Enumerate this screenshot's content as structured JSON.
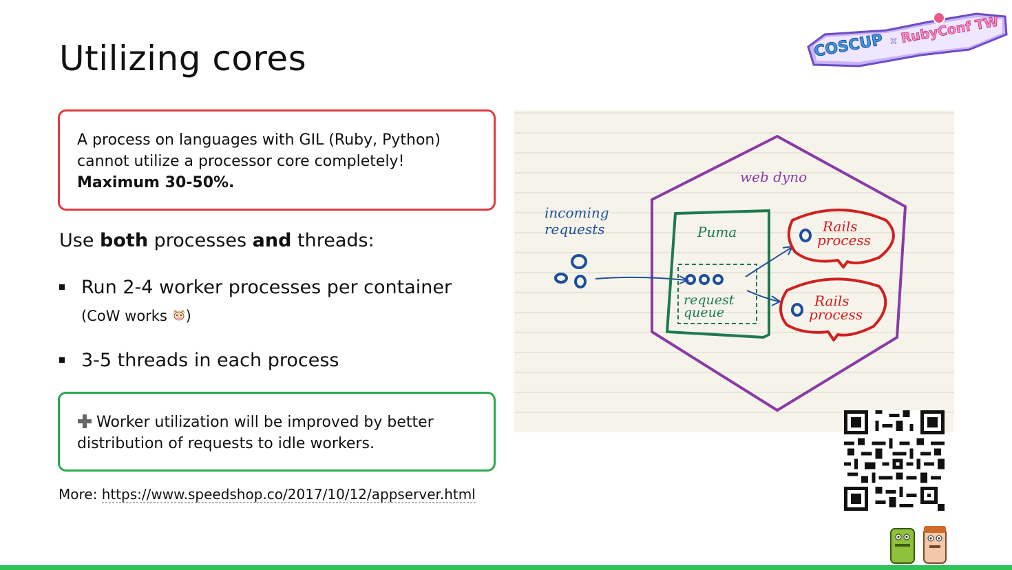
{
  "slide": {
    "title": "Utilizing cores",
    "logo_text": "COSCUP × RubyConf TW",
    "red_box": {
      "line1": "A process on languages with GIL (Ruby, Python)",
      "line2": "cannot utilize a processor core completely!",
      "line3": "Maximum 30-50%."
    },
    "lead": {
      "part1": "Use ",
      "part2": "both",
      "part3": " processes ",
      "part4": "and",
      "part5": " threads:"
    },
    "bullets": [
      {
        "text": "Run 2-4 worker processes per container",
        "note": "(CoW works",
        "note_end": ")"
      },
      {
        "text": "3-5 threads in each process"
      }
    ],
    "green_box": {
      "text": "Worker utilization will be improved by better distribution of requests to idle workers."
    },
    "more": {
      "label": "More: ",
      "link": "https://www.speedshop.co/2017/10/12/appserver.html"
    }
  },
  "diagram": {
    "web_dyno": "web dyno",
    "incoming1": "incoming",
    "incoming2": "requests",
    "puma": "Puma",
    "queue1": "request",
    "queue2": "queue",
    "rails1": "Rails",
    "rails1b": "process",
    "rails2": "Rails",
    "rails2b": "process"
  },
  "colors": {
    "red": "#e03b3b",
    "green": "#2aa84a",
    "bar": "#2fc25b",
    "dyno": "#8a3aa6",
    "puma": "#1f7a4f",
    "rails": "#d02020",
    "blue": "#1c4f9c"
  },
  "icons": [
    "plus-icon",
    "cow-icon",
    "qr-code",
    "mascots"
  ]
}
